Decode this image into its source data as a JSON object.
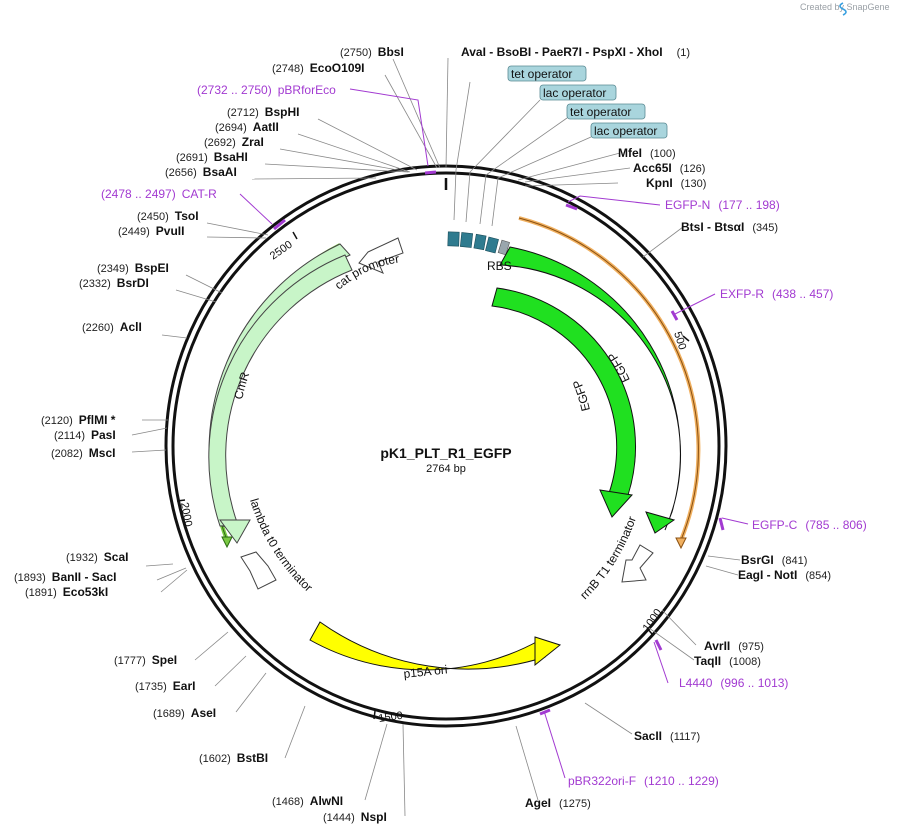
{
  "credit": "Created by SnapGene",
  "plasmid": {
    "name": "pK1_PLT_R1_EGFP",
    "length": "2764 bp"
  },
  "ticks": [
    "500",
    "1000",
    "1500",
    "2000",
    "2500"
  ],
  "features": [
    {
      "name": "EGFP",
      "color": "#20e020"
    },
    {
      "name": "EGFP",
      "color": "#20e020"
    },
    {
      "name": "RBS"
    },
    {
      "name": "rrnB T1 terminator"
    },
    {
      "name": "p15A ori",
      "color": "#ffff00"
    },
    {
      "name": "lambda t0 terminator"
    },
    {
      "name": "CmR",
      "color": "#c8f5c8"
    },
    {
      "name": "cat promoter"
    }
  ],
  "operators": [
    "tet operator",
    "lac operator",
    "tet operator",
    "lac operator"
  ],
  "sites": [
    {
      "pos": "(2750)",
      "name": "BbsI"
    },
    {
      "pos": "(2748)",
      "name": "EcoO109I"
    },
    {
      "pos": "(2712)",
      "name": "BspHI"
    },
    {
      "pos": "(2694)",
      "name": "AatII"
    },
    {
      "pos": "(2692)",
      "name": "ZraI"
    },
    {
      "pos": "(2691)",
      "name": "BsaHI"
    },
    {
      "pos": "(2656)",
      "name": "BsaAI"
    },
    {
      "pos": "(2450)",
      "name": "TsoI"
    },
    {
      "pos": "(2449)",
      "name": "PvuII"
    },
    {
      "pos": "(2349)",
      "name": "BspEI"
    },
    {
      "pos": "(2332)",
      "name": "BsrDI"
    },
    {
      "pos": "(2260)",
      "name": "AclI"
    },
    {
      "pos": "(2120)",
      "name": "PflMI *"
    },
    {
      "pos": "(2114)",
      "name": "PasI"
    },
    {
      "pos": "(2082)",
      "name": "MscI"
    },
    {
      "pos": "(1932)",
      "name": "ScaI"
    },
    {
      "pos": "(1893)",
      "name": "BanII  - SacI"
    },
    {
      "pos": "(1891)",
      "name": "Eco53kI"
    },
    {
      "pos": "(1777)",
      "name": "SpeI"
    },
    {
      "pos": "(1735)",
      "name": "EarI"
    },
    {
      "pos": "(1689)",
      "name": "AseI"
    },
    {
      "pos": "(1602)",
      "name": "BstBI"
    },
    {
      "pos": "(1468)",
      "name": "AlwNI"
    },
    {
      "pos": "(1444)",
      "name": "NspI"
    },
    {
      "pos": "(1275)",
      "name": "AgeI"
    },
    {
      "pos": "(1117)",
      "name": "SacII"
    },
    {
      "pos": "(1008)",
      "name": "TaqII"
    },
    {
      "pos": "(975)",
      "name": "AvrII"
    },
    {
      "pos": "(854)",
      "name": "EagI  - NotI"
    },
    {
      "pos": "(841)",
      "name": "BsrGI"
    },
    {
      "pos": "(345)",
      "name": "BtsI  - BtsαI"
    },
    {
      "pos": "(130)",
      "name": "KpnI"
    },
    {
      "pos": "(126)",
      "name": "Acc65I"
    },
    {
      "pos": "(100)",
      "name": "MfeI"
    },
    {
      "pos": "(1)",
      "name": "AvaI  - BsoBI  - PaeR7I  - PspXI  - XhoI"
    }
  ],
  "primers": [
    {
      "name": "pBRforEco",
      "range": "(2732 .. 2750)"
    },
    {
      "name": "CAT-R",
      "range": "(2478 .. 2497)"
    },
    {
      "name": "EGFP-N",
      "range": "(177 .. 198)"
    },
    {
      "name": "EXFP-R",
      "range": "(438 .. 457)"
    },
    {
      "name": "EGFP-C",
      "range": "(785 .. 806)"
    },
    {
      "name": "L4440",
      "range": "(996 .. 1013)"
    },
    {
      "name": "pBR322ori-F",
      "range": "(1210 .. 1229)"
    }
  ],
  "colors": {
    "primer": "#a23ad1",
    "backbone": "#111111",
    "operator": "#a9d5dd",
    "egfp": "#20e020",
    "p15a": "#ffff00",
    "cmr": "#c8f5c8",
    "orange_arc": "#f0b060"
  }
}
